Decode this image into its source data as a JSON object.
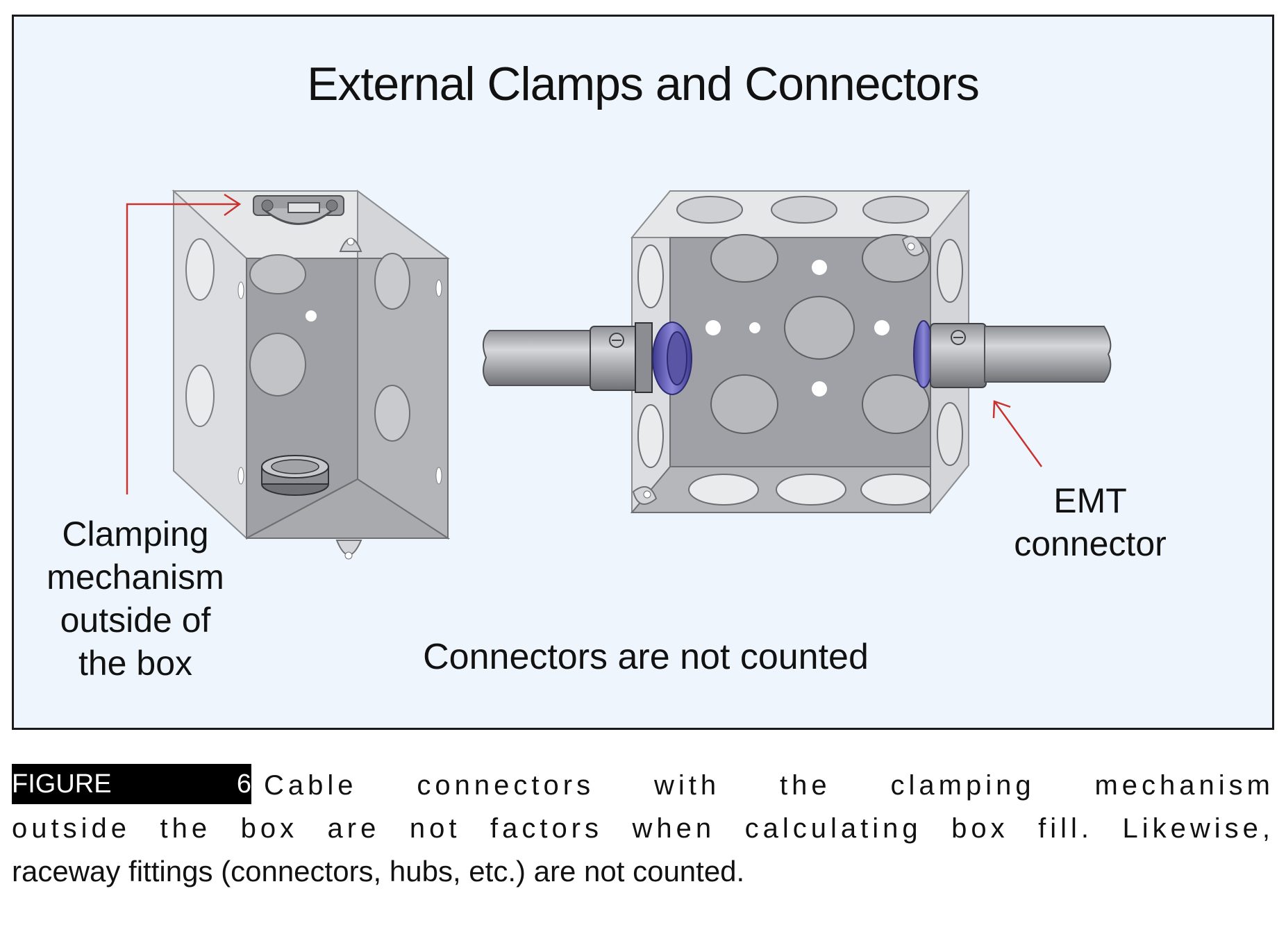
{
  "diagram": {
    "title": "External Clamps and Connectors",
    "labels": {
      "clamping": [
        "Clamping",
        "mechanism",
        "outside of",
        "the box"
      ],
      "emt": [
        "EMT",
        "connector"
      ],
      "not_counted": "Connectors are not counted"
    }
  },
  "caption": {
    "tag": "FIGURE 6",
    "line1": "Cable connectors with the clamping mechanism",
    "line2": "outside the box are not factors when calculating box fill. Likewise,",
    "line3": "raceway fittings (connectors, hubs, etc.) are not counted."
  },
  "colors": {
    "background": "#eef5fc",
    "frame": "#1a1a1a",
    "box_face": "#d9dadc",
    "box_inner": "#9c9ea3",
    "arrow": "#c8322f",
    "connector_ring": "#6f6bbf",
    "caption_tag": "#000000"
  }
}
